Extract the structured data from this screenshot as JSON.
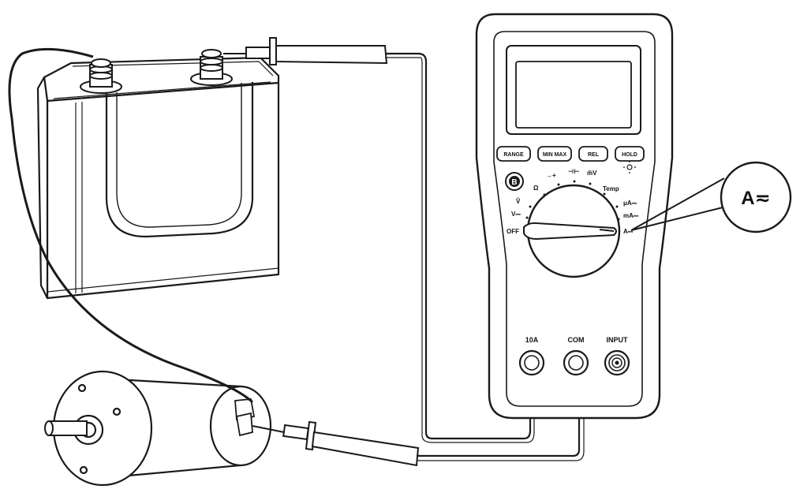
{
  "meter": {
    "buttons": [
      "RANGE",
      "MIN MAX",
      "REL",
      "HOLD"
    ],
    "function_button": "B",
    "dial": {
      "ohm": "Ω",
      "diode": "→+",
      "cap": "⊣⊢",
      "mv": "m̃V",
      "temp": "Temp",
      "vac": "Ṽ",
      "vdc": "V⎓",
      "off": "OFF",
      "ua": "μA⎓",
      "ma": "mA⎓",
      "a": "A⎓"
    },
    "jacks": [
      "10A",
      "COM",
      "INPUT"
    ]
  },
  "callout": {
    "label": "A≂"
  },
  "colors": {
    "line": "#1a1a1a",
    "fill": "#ffffff"
  }
}
